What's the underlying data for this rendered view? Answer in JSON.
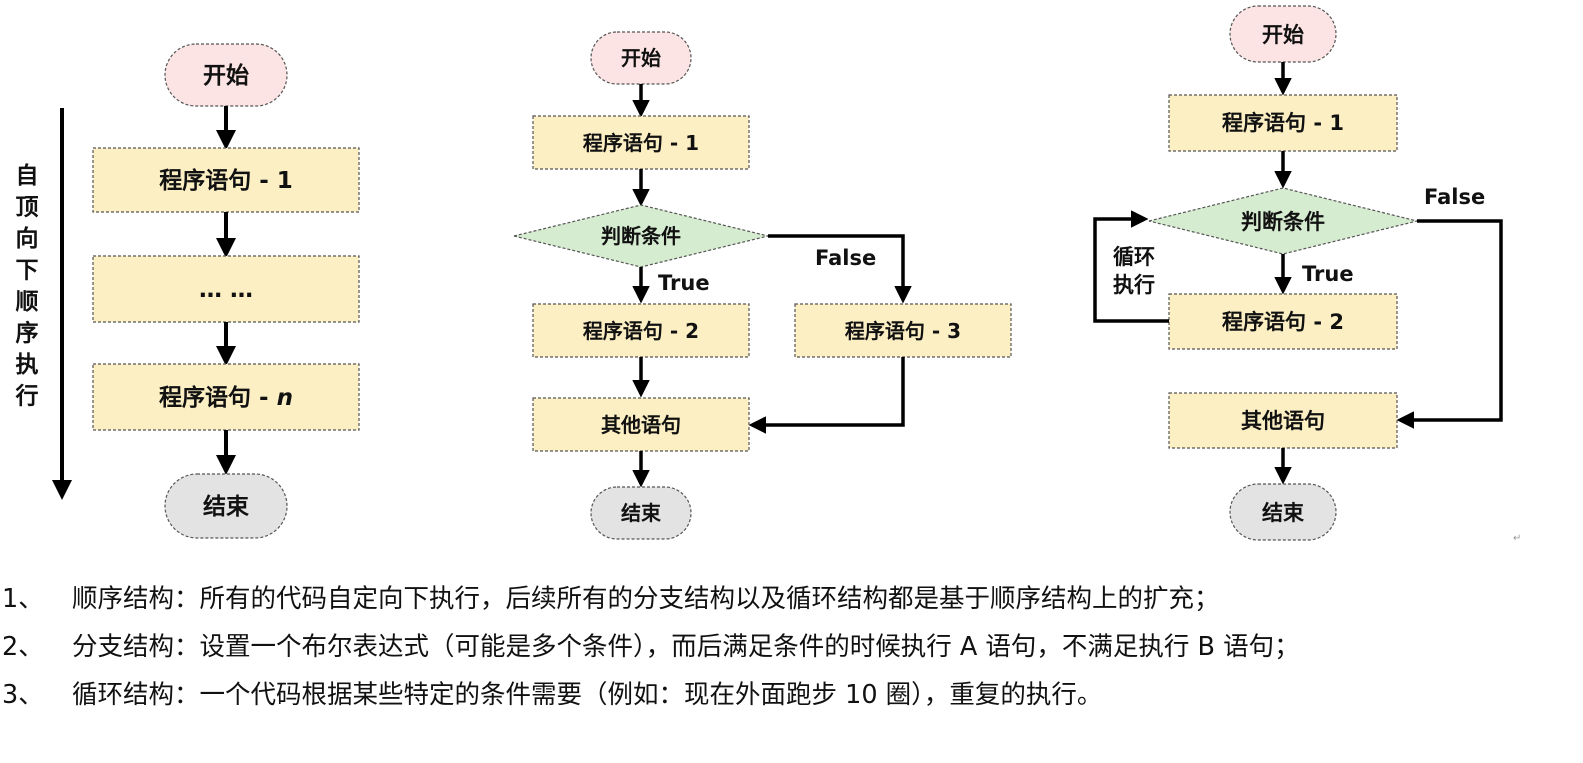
{
  "sequence": {
    "start": "开始",
    "stmt1": "程序语句 - 1",
    "ellipsis": "… …",
    "stmtn_prefix": "程序语句 - ",
    "stmtn_var": "n",
    "end": "结束",
    "side_label": "自顶向下顺序执行"
  },
  "branch": {
    "start": "开始",
    "stmt1": "程序语句 - 1",
    "condition": "判断条件",
    "true_label": "True",
    "false_label": "False",
    "stmt2": "程序语句 - 2",
    "stmt3": "程序语句 - 3",
    "other": "其他语句",
    "end": "结束"
  },
  "loop": {
    "start": "开始",
    "stmt1": "程序语句 - 1",
    "condition": "判断条件",
    "true_label": "True",
    "false_label": "False",
    "loop_label_line1": "循环",
    "loop_label_line2": "执行",
    "stmt2": "程序语句 - 2",
    "other": "其他语句",
    "end": "结束"
  },
  "notes": [
    {
      "num": "1、",
      "text": "顺序结构：所有的代码自定向下执行，后续所有的分支结构以及循环结构都是基于顺序结构上的扩充；"
    },
    {
      "num": "2、",
      "text": "分支结构：设置一个布尔表达式（可能是多个条件），而后满足条件的时候执行 A 语句，不满足执行 B 语句；"
    },
    {
      "num": "3、",
      "text": "循环结构：一个代码根据某些特定的条件需要（例如：现在外面跑步 10 圈），重复的执行。"
    }
  ],
  "colors": {
    "terminal_start": "#fce4e4",
    "terminal_end": "#e3e3e3",
    "process": "#fcefc4",
    "decision": "#d6ecd0",
    "line": "#000000"
  }
}
